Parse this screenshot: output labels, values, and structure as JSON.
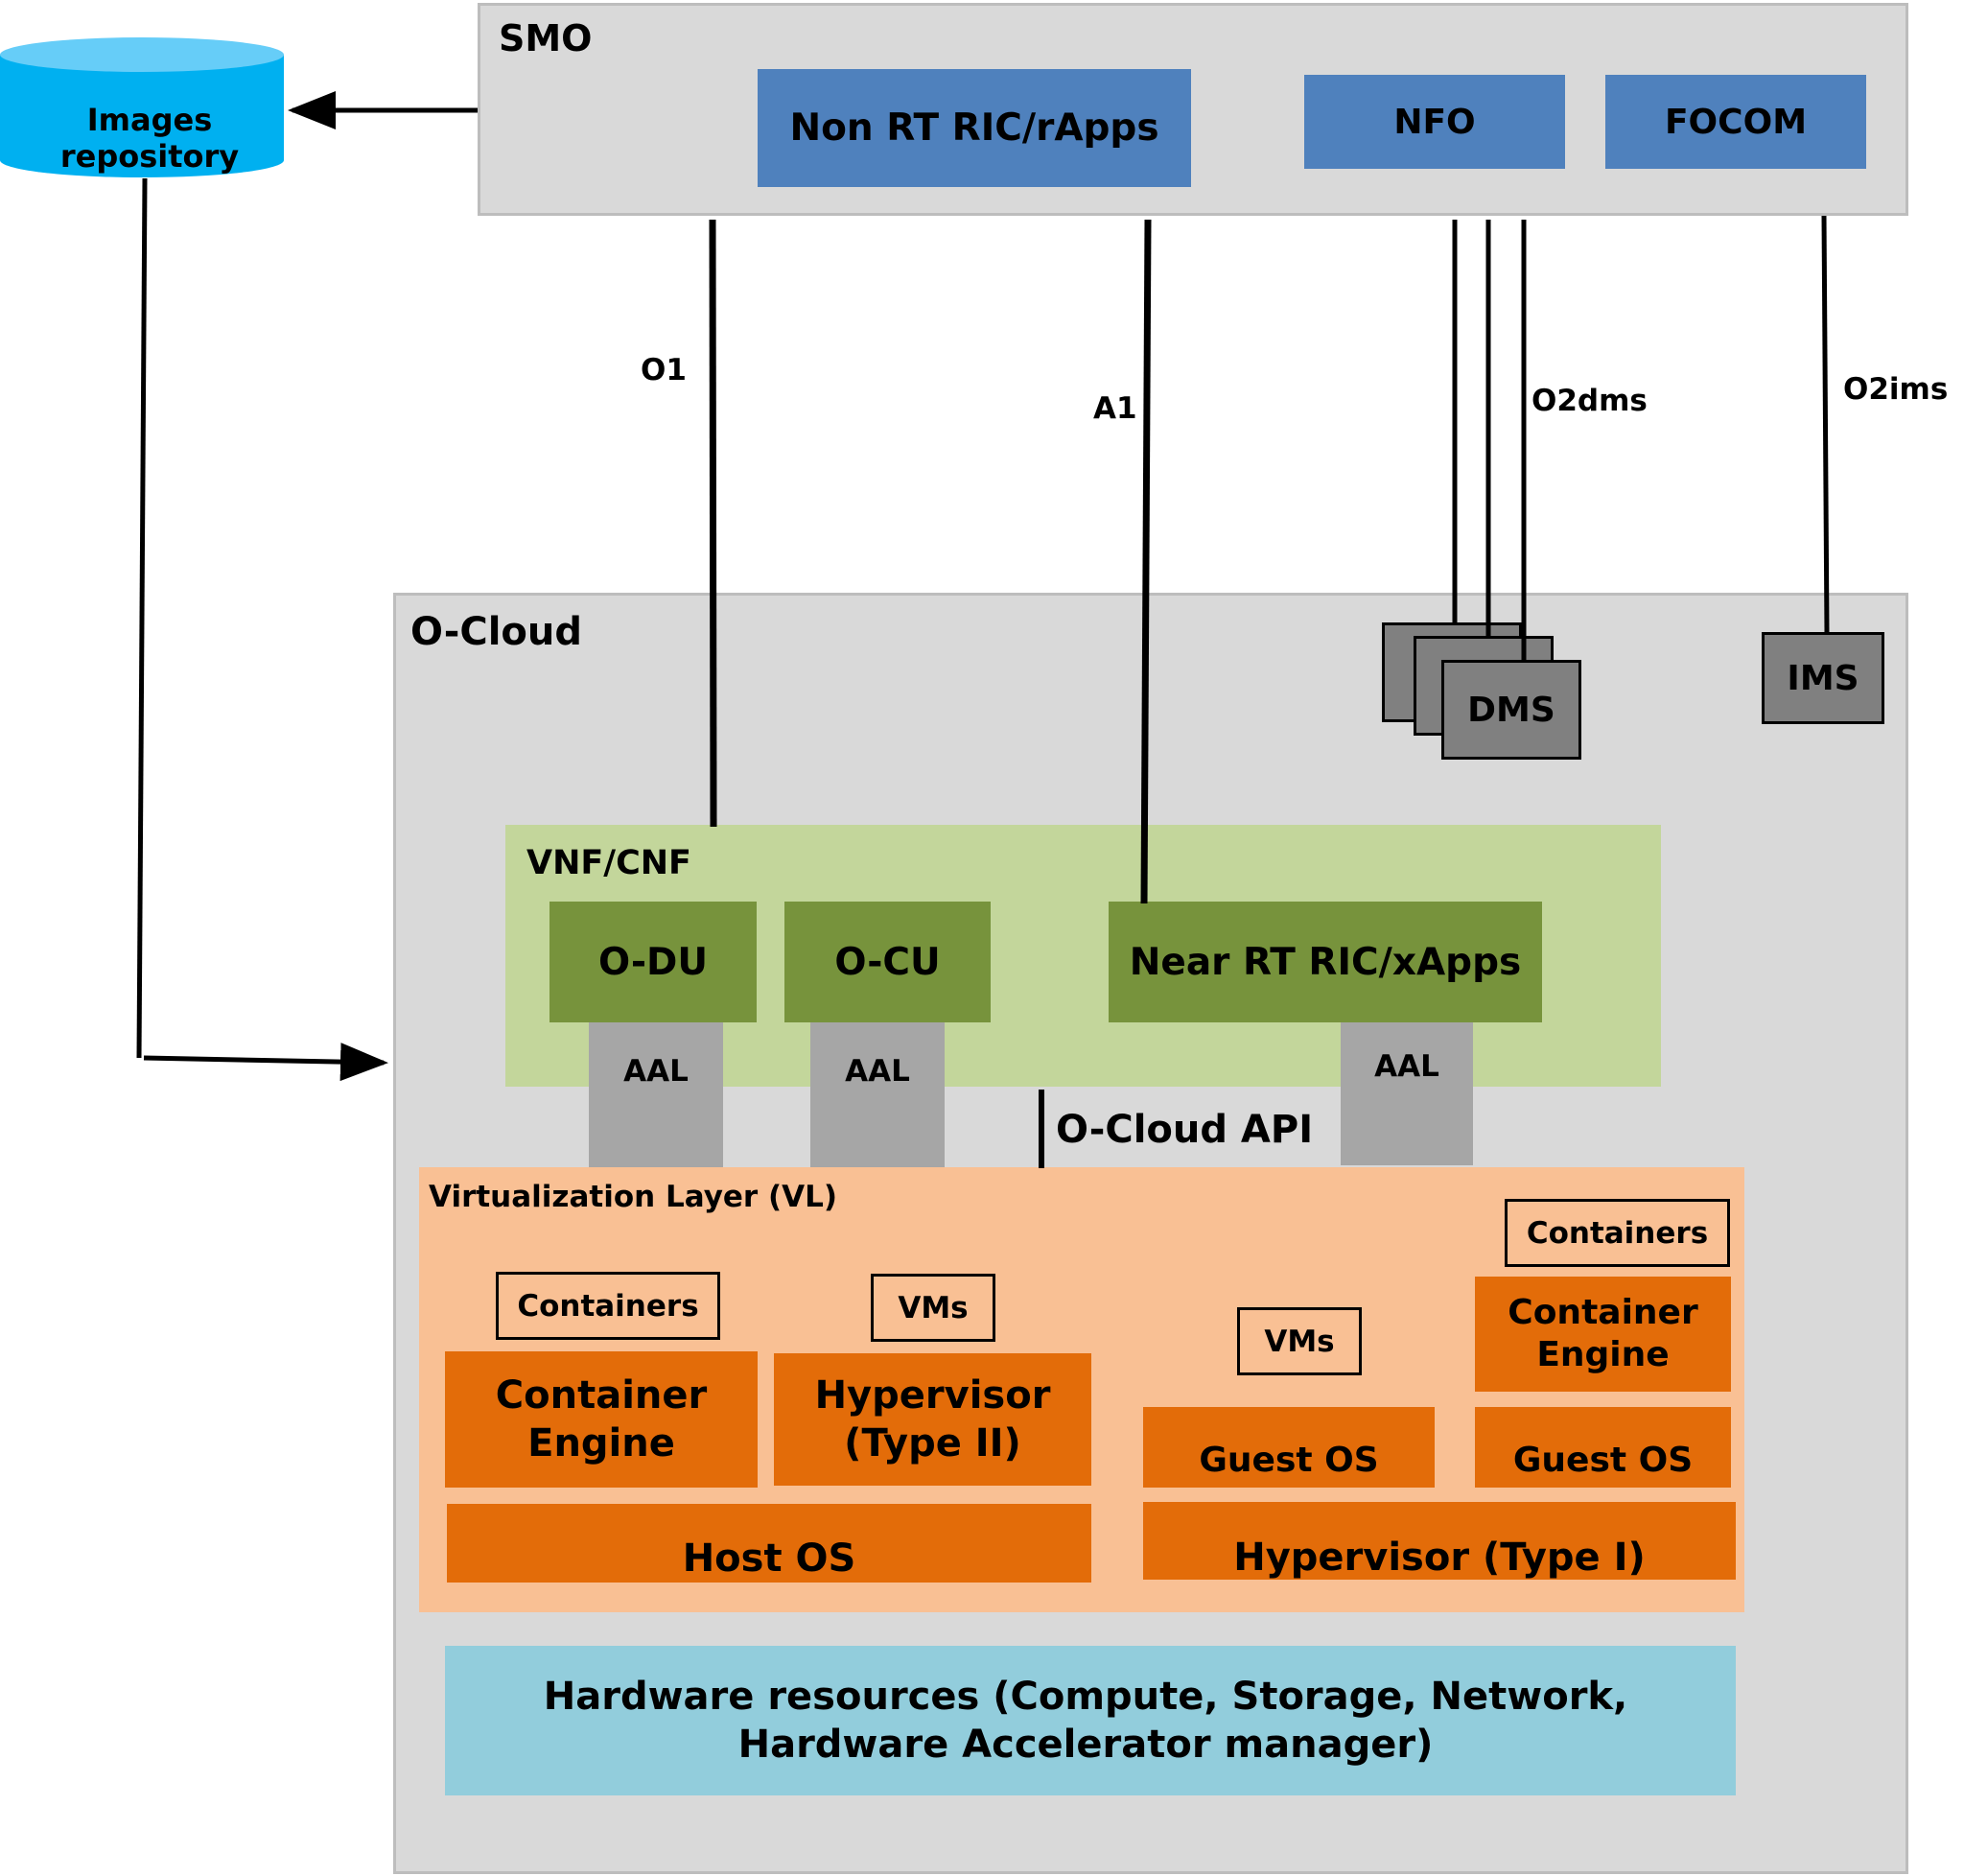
{
  "smo": {
    "title": "SMO",
    "non_rt_ric": "Non RT RIC/rApps",
    "nfo": "NFO",
    "focom": "FOCOM"
  },
  "images_repository": {
    "label": "Images repository"
  },
  "interfaces": {
    "o1": "O1",
    "a1": "A1",
    "o2dms": "O2dms",
    "o2ims": "O2ims"
  },
  "ocloud": {
    "title": "O-Cloud",
    "dms": "DMS",
    "ims": "IMS",
    "api": "O-Cloud API",
    "vnf": {
      "title": "VNF/CNF",
      "odu": "O-DU",
      "ocu": "O-CU",
      "near_rt_ric": "Near RT RIC/xApps",
      "aal": "AAL"
    },
    "vl": {
      "title": "Virtualization Layer (VL)",
      "containers": "Containers",
      "vms": "VMs",
      "container_engine": "Container Engine",
      "hypervisor_type2": "Hypervisor (Type II)",
      "host_os": "Host OS",
      "guest_os": "Guest OS",
      "hypervisor_type1": "Hypervisor (Type I)"
    },
    "hardware": "Hardware resources (Compute, Storage, Network, Hardware Accelerator manager)"
  },
  "colors": {
    "panel": "#d9d9d9",
    "smo_blue": "#4f81bd",
    "cylinder_blue": "#00b0f0",
    "vnf_light_green": "#c3d69b",
    "vnf_dark_green": "#77933c",
    "aal_gray": "#a6a6a6",
    "vl_light_orange": "#f9c094",
    "vl_orange": "#e36c09",
    "hardware_blue": "#92cddc",
    "dms_gray": "#808080"
  }
}
